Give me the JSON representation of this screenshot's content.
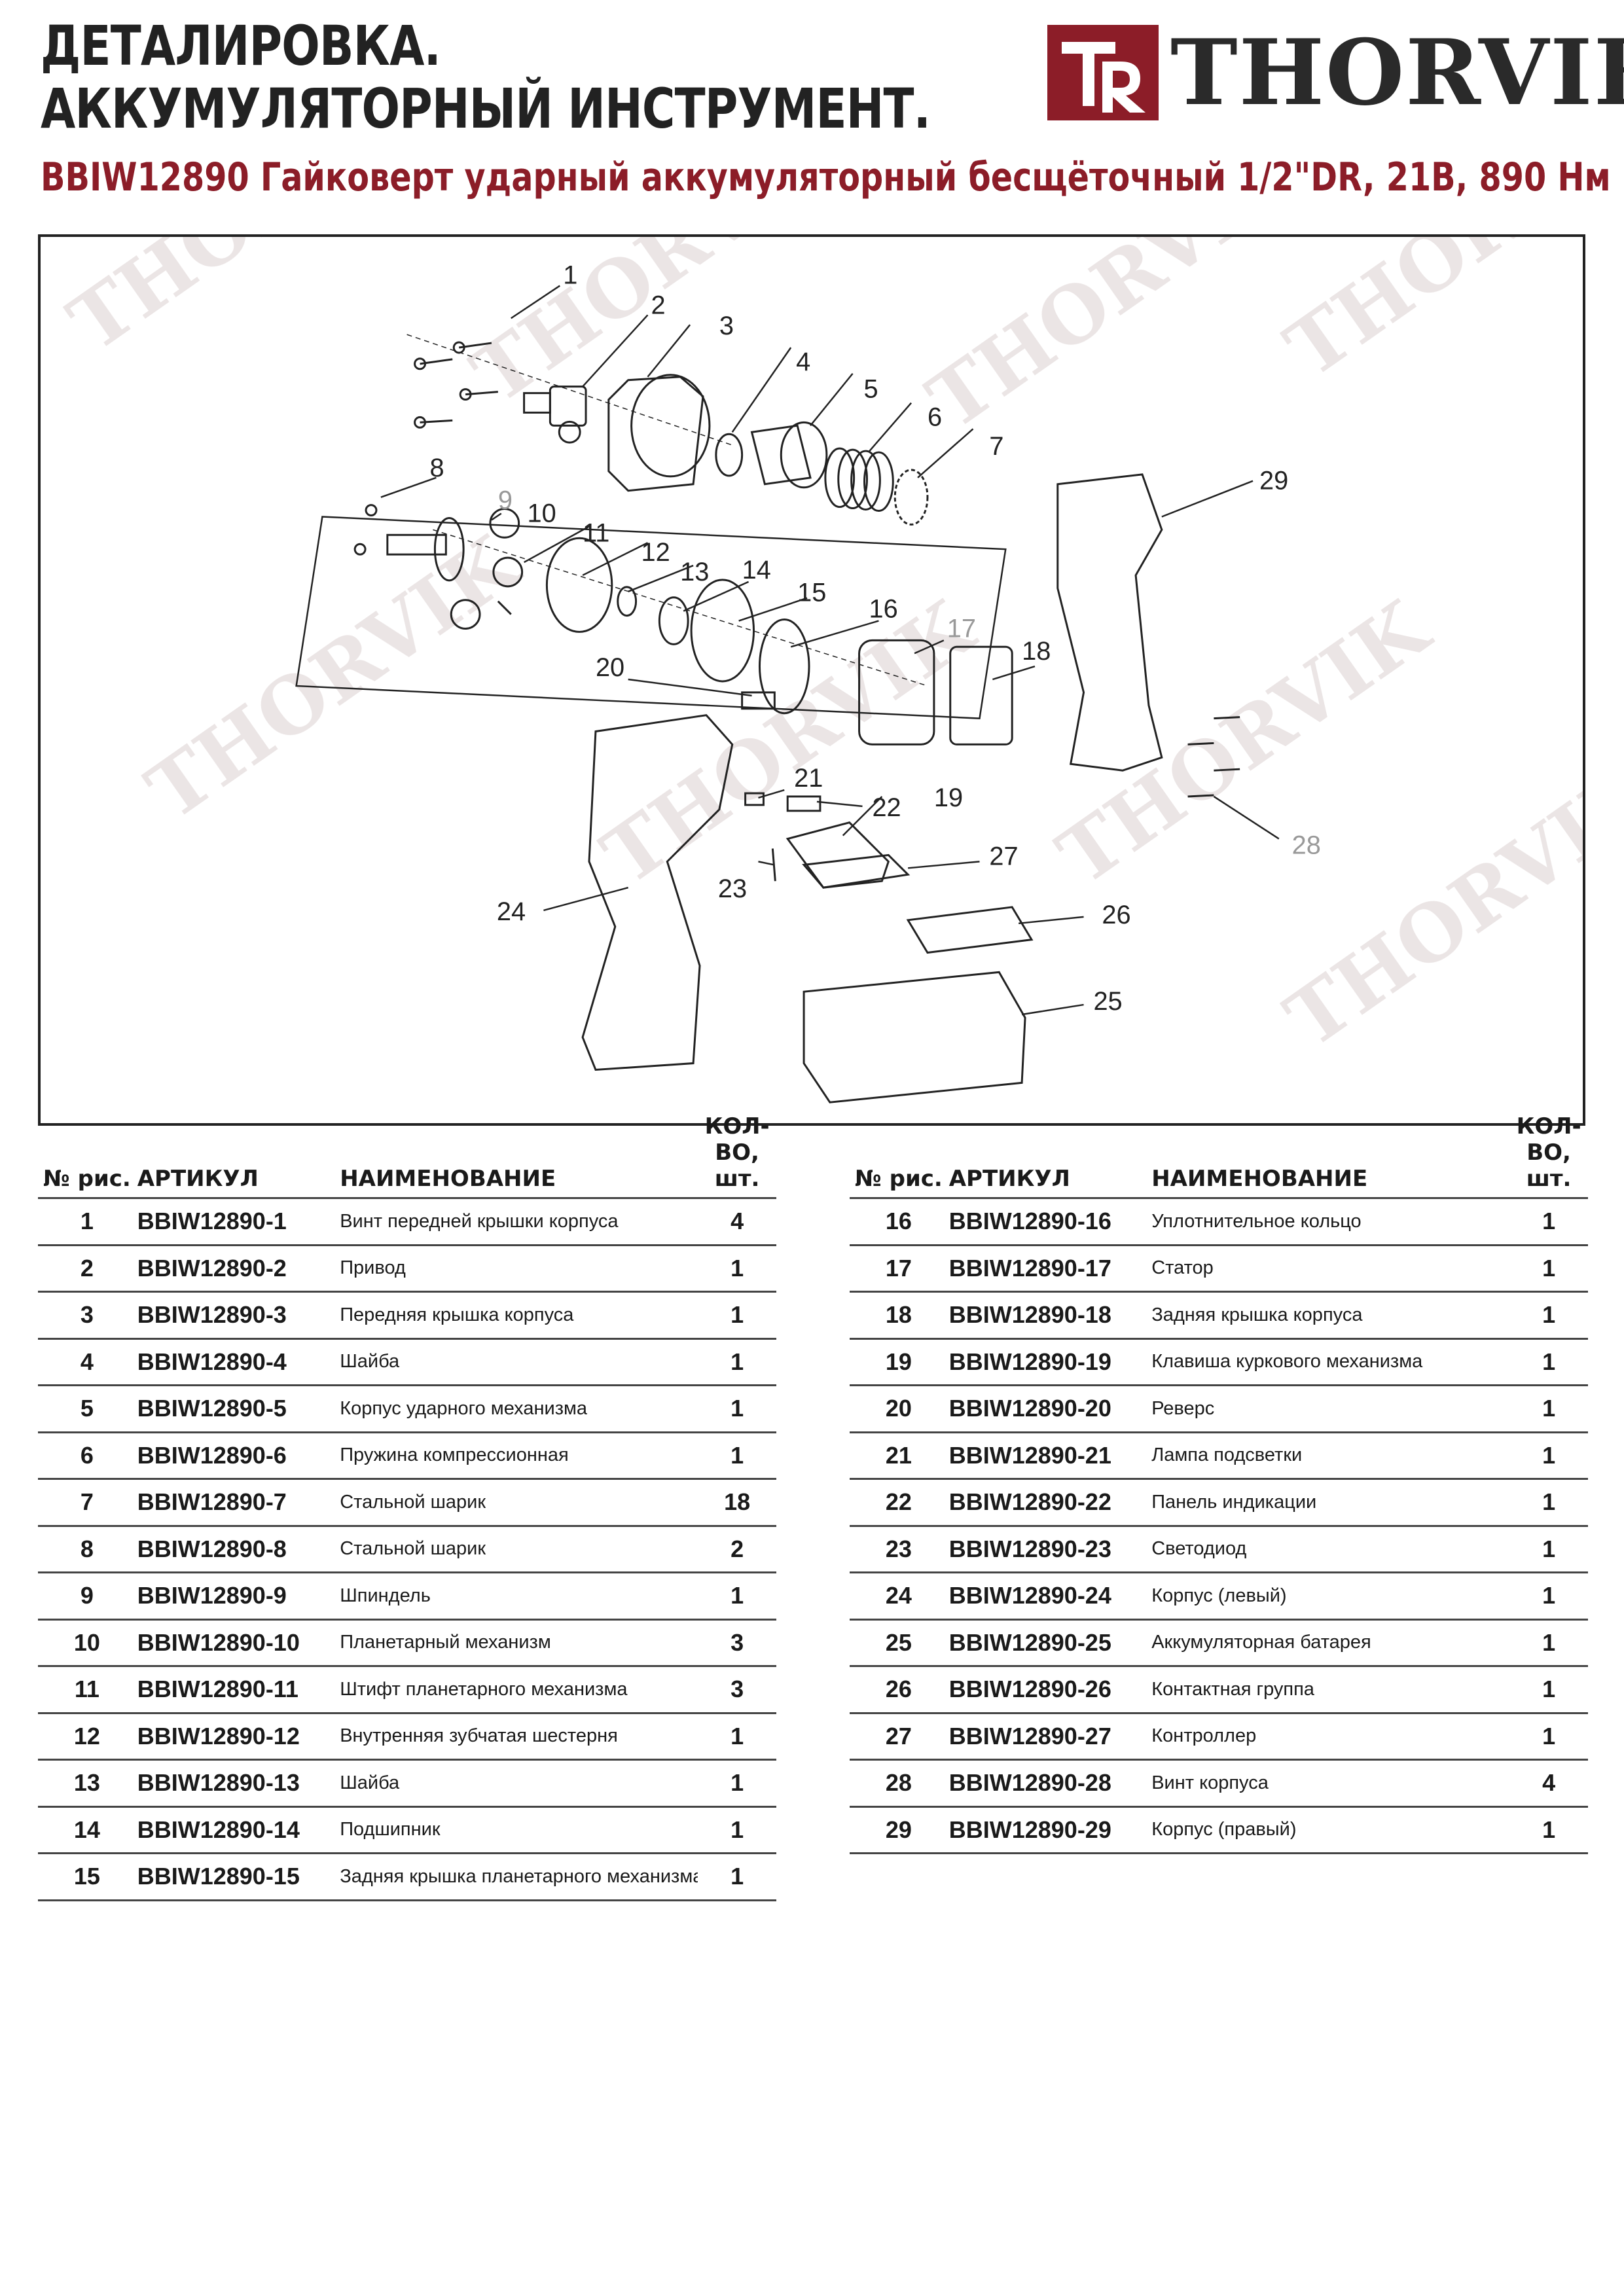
{
  "header": {
    "title_line1": "ДЕТАЛИРОВКА.",
    "title_line2": "АККУМУЛЯТОРНЫЙ ИНСТРУМЕНТ.",
    "subtitle": "BBIW12890 Гайковерт ударный аккумуляторный бесщёточный 1/2\"DR, 21В, 890 Нм",
    "logo_text": "THORVIK",
    "brand_color": "#8c1d28"
  },
  "diagram": {
    "labels": [
      "1",
      "2",
      "3",
      "4",
      "5",
      "6",
      "7",
      "8",
      "9",
      "10",
      "11",
      "12",
      "13",
      "14",
      "15",
      "16",
      "17",
      "18",
      "19",
      "20",
      "21",
      "22",
      "23",
      "24",
      "25",
      "26",
      "27",
      "28",
      "29"
    ],
    "watermark": "THORVIK"
  },
  "table": {
    "headers": {
      "num": "№ рис.",
      "article": "АРТИКУЛ",
      "name": "НАИМЕНОВАНИЕ",
      "qty": "КОЛ-ВО, шт."
    },
    "left": [
      {
        "num": "1",
        "article": "BBIW12890-1",
        "name": "Винт передней крышки корпуса",
        "qty": "4"
      },
      {
        "num": "2",
        "article": "BBIW12890-2",
        "name": "Привод",
        "qty": "1"
      },
      {
        "num": "3",
        "article": "BBIW12890-3",
        "name": "Передняя крышка корпуса",
        "qty": "1"
      },
      {
        "num": "4",
        "article": "BBIW12890-4",
        "name": "Шайба",
        "qty": "1"
      },
      {
        "num": "5",
        "article": "BBIW12890-5",
        "name": "Корпус ударного механизма",
        "qty": "1"
      },
      {
        "num": "6",
        "article": "BBIW12890-6",
        "name": "Пружина компрессионная",
        "qty": "1"
      },
      {
        "num": "7",
        "article": "BBIW12890-7",
        "name": "Стальной шарик",
        "qty": "18"
      },
      {
        "num": "8",
        "article": "BBIW12890-8",
        "name": "Стальной шарик",
        "qty": "2"
      },
      {
        "num": "9",
        "article": "BBIW12890-9",
        "name": "Шпиндель",
        "qty": "1"
      },
      {
        "num": "10",
        "article": "BBIW12890-10",
        "name": "Планетарный механизм",
        "qty": "3"
      },
      {
        "num": "11",
        "article": "BBIW12890-11",
        "name": "Штифт планетарного механизма",
        "qty": "3"
      },
      {
        "num": "12",
        "article": "BBIW12890-12",
        "name": "Внутренняя зубчатая шестерня",
        "qty": "1"
      },
      {
        "num": "13",
        "article": "BBIW12890-13",
        "name": "Шайба",
        "qty": "1"
      },
      {
        "num": "14",
        "article": "BBIW12890-14",
        "name": "Подшипник",
        "qty": "1"
      },
      {
        "num": "15",
        "article": "BBIW12890-15",
        "name": "Задняя крышка планетарного механизма",
        "qty": "1"
      }
    ],
    "right": [
      {
        "num": "16",
        "article": "BBIW12890-16",
        "name": "Уплотнительное кольцо",
        "qty": "1"
      },
      {
        "num": "17",
        "article": "BBIW12890-17",
        "name": "Статор",
        "qty": "1"
      },
      {
        "num": "18",
        "article": "BBIW12890-18",
        "name": "Задняя крышка корпуса",
        "qty": "1"
      },
      {
        "num": "19",
        "article": "BBIW12890-19",
        "name": "Клавиша куркового механизма",
        "qty": "1"
      },
      {
        "num": "20",
        "article": "BBIW12890-20",
        "name": "Реверс",
        "qty": "1"
      },
      {
        "num": "21",
        "article": "BBIW12890-21",
        "name": "Лампа подсветки",
        "qty": "1"
      },
      {
        "num": "22",
        "article": "BBIW12890-22",
        "name": "Панель индикации",
        "qty": "1"
      },
      {
        "num": "23",
        "article": "BBIW12890-23",
        "name": "Светодиод",
        "qty": "1"
      },
      {
        "num": "24",
        "article": "BBIW12890-24",
        "name": "Корпус (левый)",
        "qty": "1"
      },
      {
        "num": "25",
        "article": "BBIW12890-25",
        "name": "Аккумуляторная батарея",
        "qty": "1"
      },
      {
        "num": "26",
        "article": "BBIW12890-26",
        "name": "Контактная группа",
        "qty": "1"
      },
      {
        "num": "27",
        "article": "BBIW12890-27",
        "name": "Контроллер",
        "qty": "1"
      },
      {
        "num": "28",
        "article": "BBIW12890-28",
        "name": "Винт корпуса",
        "qty": "4"
      },
      {
        "num": "29",
        "article": "BBIW12890-29",
        "name": "Корпус (правый)",
        "qty": "1"
      }
    ]
  }
}
